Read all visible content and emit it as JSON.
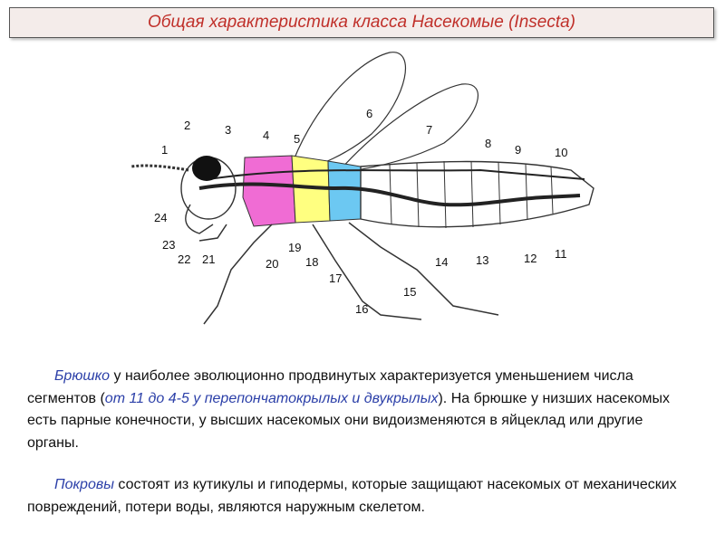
{
  "title": "Общая характеристика класса Насекомые (Insecta)",
  "figure": {
    "labels": [
      "1",
      "2",
      "3",
      "4",
      "5",
      "6",
      "7",
      "8",
      "9",
      "10",
      "11",
      "12",
      "13",
      "14",
      "15",
      "16",
      "17",
      "18",
      "19",
      "20",
      "21",
      "22",
      "23",
      "24"
    ]
  },
  "paragraph1": {
    "term": "Брюшко",
    "text1": " у наиболее эволюционно продвинутых характеризуется уменьшением числа сегментов (",
    "highlight": "от 11 до 4-5 у перепончатокрылых и двукрылых",
    "text2": "). На брюшке у низших насекомых есть парные конечности, у высших насекомых они видоизменяются в яйцеклад или другие органы."
  },
  "paragraph2": {
    "term": "Покровы",
    "text": " состоят из кутикулы и гиподермы, которые защищают насекомых от механических повреждений, потери воды, являются наружным скелетом."
  },
  "colors": {
    "title": "#c0302a",
    "highlight": "#2b3fa8",
    "thorax1": "#f06cd4",
    "thorax2": "#ffff80",
    "thorax3": "#6cc8f2"
  }
}
